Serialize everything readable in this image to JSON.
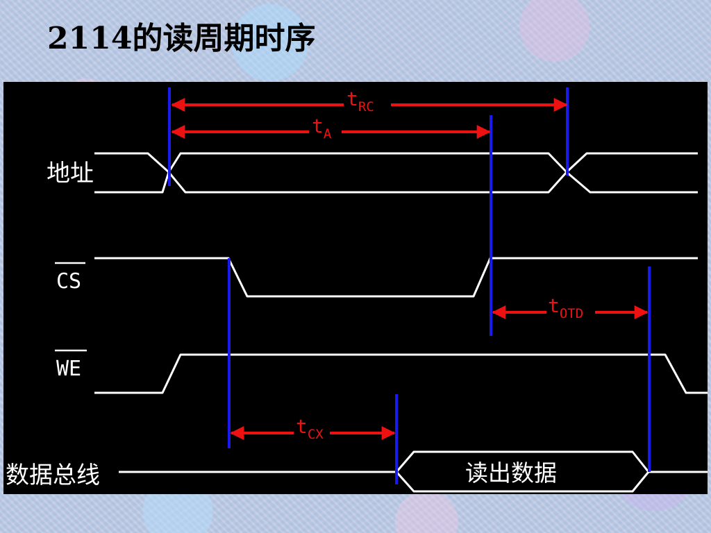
{
  "title": "2114的读周期时序",
  "signals": {
    "address": "地址",
    "cs": "CS",
    "we": "WE",
    "data_bus": "数据总线"
  },
  "timing": {
    "t_rc": {
      "main": "t",
      "sub": "RC"
    },
    "t_a": {
      "main": "t",
      "sub": "A"
    },
    "t_otd": {
      "main": "t",
      "sub": "OTD"
    },
    "t_cx": {
      "main": "t",
      "sub": "CX"
    }
  },
  "data_out_label": "读出数据",
  "colors": {
    "panel_background": "#000000",
    "waveform": "#ffffff",
    "timing_markers": "#1a1aee",
    "timing_arrows": "#ee1111"
  }
}
